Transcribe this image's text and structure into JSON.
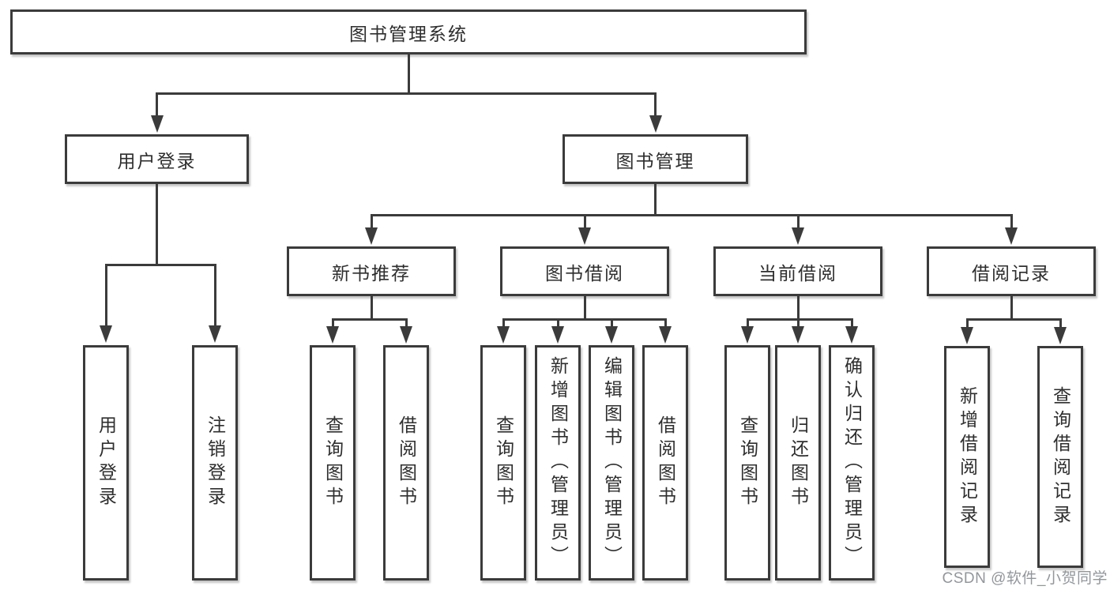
{
  "tree": {
    "label": "图书管理系统",
    "children": [
      {
        "label": "用户登录",
        "children": [
          {
            "label": "用户登录"
          },
          {
            "label": "注销登录"
          }
        ]
      },
      {
        "label": "图书管理",
        "children": [
          {
            "label": "新书推荐",
            "children": [
              {
                "label": "查询图书"
              },
              {
                "label": "借阅图书"
              }
            ]
          },
          {
            "label": "图书借阅",
            "children": [
              {
                "label": "查询图书"
              },
              {
                "label": "新增图书（管理员）"
              },
              {
                "label": "编辑图书（管理员）"
              },
              {
                "label": "借阅图书"
              }
            ]
          },
          {
            "label": "当前借阅",
            "children": [
              {
                "label": "查询图书"
              },
              {
                "label": "归还图书"
              },
              {
                "label": "确认归还（管理员）"
              }
            ]
          },
          {
            "label": "借阅记录",
            "children": [
              {
                "label": "新增借阅记录"
              },
              {
                "label": "查询借阅记录"
              }
            ]
          }
        ]
      }
    ]
  },
  "watermark": "CSDN @软件_小贺同学",
  "colors": {
    "line": "#3b3b3b",
    "box_border": "#3b3b3b",
    "box_fill": "#ffffff",
    "text": "#2e2e2e",
    "watermark": "#8c9196"
  }
}
